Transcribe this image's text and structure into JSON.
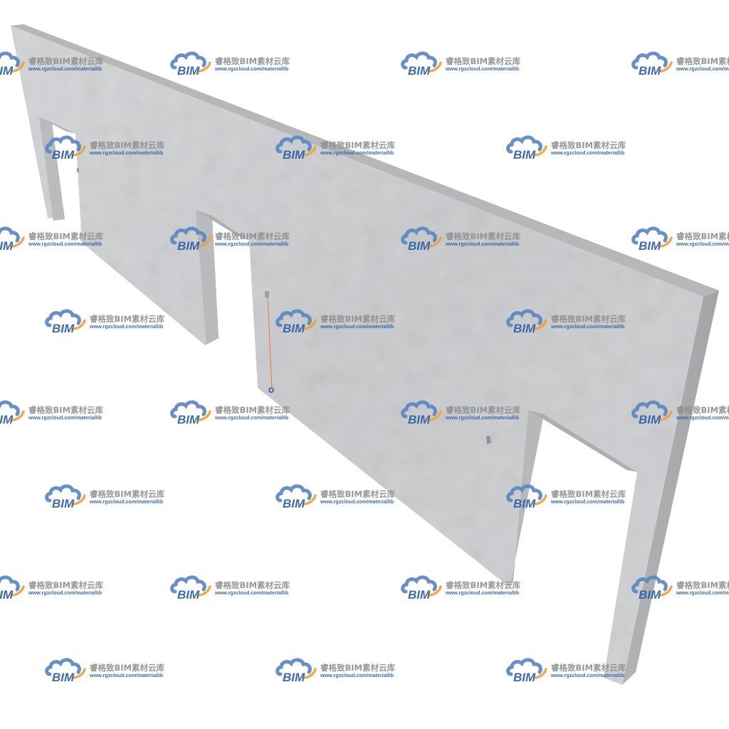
{
  "watermark": {
    "logo_text": "BIM",
    "title": "睿格致BIM素材云库",
    "url": "www.rgzcloud.com/materiallib",
    "cloud_color": "#5b87c4",
    "arc_color": "#f0a23a",
    "logo_text_color": "#2d5fa9"
  },
  "scene": {
    "wall_color": "#c9cbcd",
    "top_edge_color": "#b3b5b7",
    "end_face_color": "#a9abad",
    "opening_reveal_color": "#b7b9bb",
    "marker_color": "#e9773a"
  }
}
